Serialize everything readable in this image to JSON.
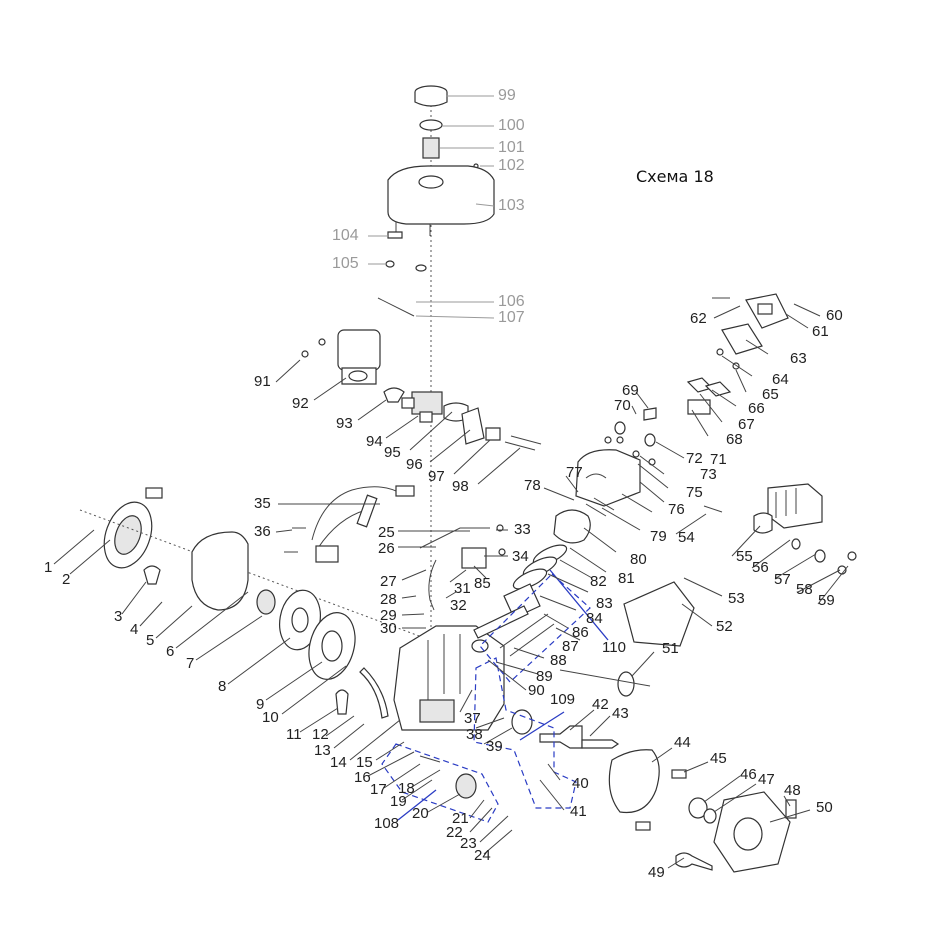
{
  "diagram": {
    "title": "Схема 18",
    "gray_labels": [
      "99",
      "100",
      "101",
      "102",
      "103",
      "104",
      "105",
      "106",
      "107"
    ],
    "labels": [
      "1",
      "2",
      "3",
      "4",
      "5",
      "6",
      "7",
      "8",
      "9",
      "10",
      "11",
      "12",
      "13",
      "14",
      "15",
      "16",
      "17",
      "18",
      "19",
      "20",
      "21",
      "22",
      "23",
      "24",
      "25",
      "26",
      "27",
      "28",
      "29",
      "30",
      "31",
      "32",
      "33",
      "34",
      "35",
      "36",
      "37",
      "38",
      "39",
      "40",
      "41",
      "42",
      "43",
      "44",
      "45",
      "46",
      "47",
      "48",
      "49",
      "50",
      "51",
      "52",
      "53",
      "54",
      "55",
      "56",
      "57",
      "58",
      "59",
      "60",
      "61",
      "62",
      "63",
      "64",
      "65",
      "66",
      "67",
      "68",
      "69",
      "70",
      "71",
      "72",
      "73",
      "75",
      "76",
      "77",
      "78",
      "79",
      "80",
      "81",
      "82",
      "83",
      "84",
      "85",
      "86",
      "87",
      "88",
      "89",
      "90",
      "91",
      "92",
      "93",
      "94",
      "95",
      "96",
      "97",
      "98",
      "108",
      "109",
      "110"
    ],
    "colors": {
      "line": "#444444",
      "gray_text": "#9a9a9a",
      "group_outline": "#2a3cc4"
    }
  }
}
